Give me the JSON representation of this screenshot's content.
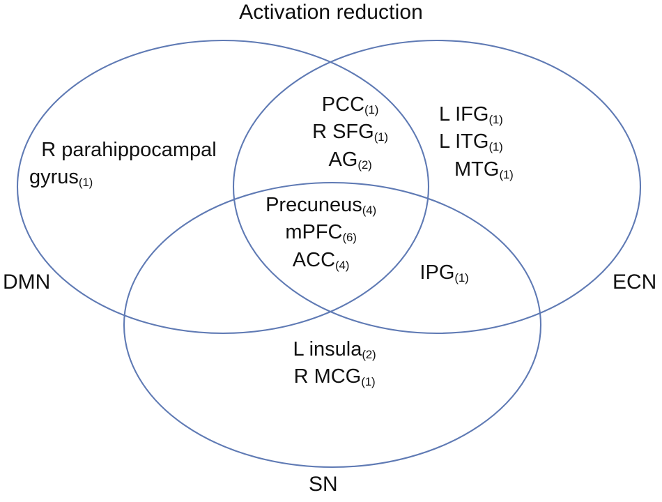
{
  "figure": {
    "title": "Activation reduction",
    "stroke_color": "#5f7ab4",
    "background_color": "#ffffff",
    "text_color": "#0d0d0d"
  },
  "sets": {
    "dmn": {
      "label": "DMN"
    },
    "ecn": {
      "label": "ECN"
    },
    "sn": {
      "label": "SN"
    }
  },
  "regions": {
    "dmn_only": {
      "lines": [
        {
          "name": "R parahippocampal",
          "count": ""
        },
        {
          "name": "gyrus",
          "count": "(1)"
        }
      ]
    },
    "dmn_ecn": {
      "lines": [
        {
          "name": "PCC",
          "count": "(1)"
        },
        {
          "name": "R SFG",
          "count": "(1)"
        },
        {
          "name": "AG",
          "count": "(2)"
        }
      ]
    },
    "ecn_only": {
      "lines": [
        {
          "name": "L  IFG",
          "count": "(1)"
        },
        {
          "name": "L ITG",
          "count": "(1)"
        },
        {
          "name": "MTG",
          "count": "(1)"
        }
      ]
    },
    "dmn_ecn_sn": {
      "lines": [
        {
          "name": "Precuneus",
          "count": "(4)"
        },
        {
          "name": "mPFC",
          "count": "(6)"
        },
        {
          "name": "ACC",
          "count": "(4)"
        }
      ]
    },
    "ecn_sn": {
      "lines": [
        {
          "name": "IPG",
          "count": "(1)"
        }
      ]
    },
    "sn_only": {
      "lines": [
        {
          "name": "L insula",
          "count": "(2)"
        },
        {
          "name": "R MCG",
          "count": "(1)"
        }
      ]
    },
    "dmn_sn": {
      "lines": []
    }
  },
  "chart_data": {
    "type": "venn",
    "title": "Activation reduction",
    "sets": [
      "DMN",
      "ECN",
      "SN"
    ],
    "regions": [
      {
        "sets": [
          "DMN"
        ],
        "items": [
          {
            "label": "R parahippocampal gyrus",
            "count": 1
          }
        ]
      },
      {
        "sets": [
          "DMN",
          "ECN"
        ],
        "items": [
          {
            "label": "PCC",
            "count": 1
          },
          {
            "label": "R SFG",
            "count": 1
          },
          {
            "label": "AG",
            "count": 2
          }
        ]
      },
      {
        "sets": [
          "ECN"
        ],
        "items": [
          {
            "label": "L IFG",
            "count": 1
          },
          {
            "label": "L ITG",
            "count": 1
          },
          {
            "label": "MTG",
            "count": 1
          }
        ]
      },
      {
        "sets": [
          "DMN",
          "ECN",
          "SN"
        ],
        "items": [
          {
            "label": "Precuneus",
            "count": 4
          },
          {
            "label": "mPFC",
            "count": 6
          },
          {
            "label": "ACC",
            "count": 4
          }
        ]
      },
      {
        "sets": [
          "ECN",
          "SN"
        ],
        "items": [
          {
            "label": "IPG",
            "count": 1
          }
        ]
      },
      {
        "sets": [
          "SN"
        ],
        "items": [
          {
            "label": "L insula",
            "count": 2
          },
          {
            "label": "R MCG",
            "count": 1
          }
        ]
      },
      {
        "sets": [
          "DMN",
          "SN"
        ],
        "items": []
      }
    ]
  }
}
